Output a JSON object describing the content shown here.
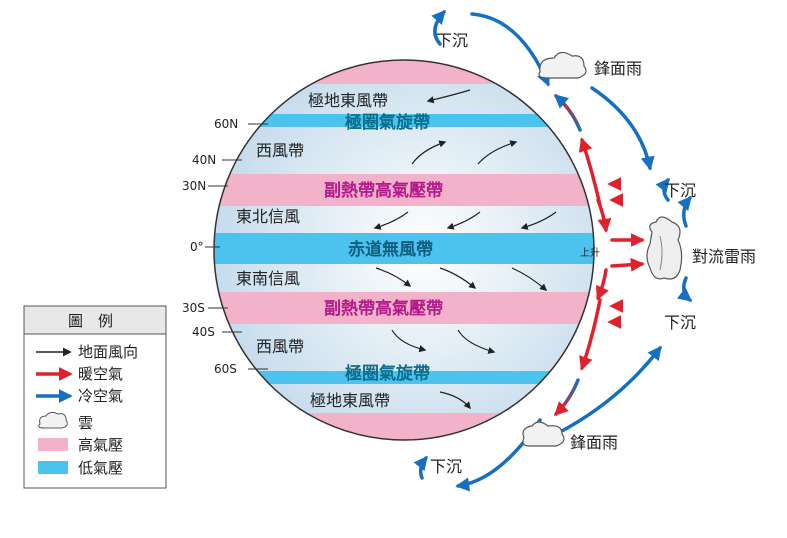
{
  "latitudes": {
    "n60": "60N",
    "n40": "40N",
    "n30": "30N",
    "eq": "0°",
    "s30": "30S",
    "s40": "40S",
    "s60": "60S"
  },
  "bands": {
    "polar_east_n": "極地東風帶",
    "polar_front_n": "極圈氣旋帶",
    "westerlies_n": "西風帶",
    "subtropical_high_n": "副熱帶高氣壓帶",
    "ne_trades": "東北信風",
    "equatorial": "赤道無風帶",
    "se_trades": "東南信風",
    "subtropical_high_s": "副熱帶高氣壓帶",
    "westerlies_s": "西風帶",
    "polar_front_s": "極圈氣旋帶",
    "polar_east_s": "極地東風帶"
  },
  "side_labels": {
    "sink_top": "下沉",
    "front_rain_top": "鋒面雨",
    "sink_upper_right": "下沉",
    "convective_rain": "對流雷雨",
    "rise": "上升",
    "sink_lower_right": "下沉",
    "front_rain_bottom": "鋒面雨",
    "sink_bottom": "下沉"
  },
  "legend": {
    "title": "圖　例",
    "items": [
      {
        "label": "地面風向",
        "kind": "surface-wind-arrow"
      },
      {
        "label": "暖空氣",
        "kind": "warm-air-arrow"
      },
      {
        "label": "冷空氣",
        "kind": "cold-air-arrow"
      },
      {
        "label": "雲",
        "kind": "cloud"
      },
      {
        "label": "高氣壓",
        "kind": "high-pressure-swatch"
      },
      {
        "label": "低氣壓",
        "kind": "low-pressure-swatch"
      }
    ]
  },
  "colors": {
    "high_pressure": "#f2b3ca",
    "low_pressure": "#4cc3ee",
    "warm_air": "#e0202a",
    "cold_air": "#1670c0",
    "surface_wind": "#222222"
  }
}
